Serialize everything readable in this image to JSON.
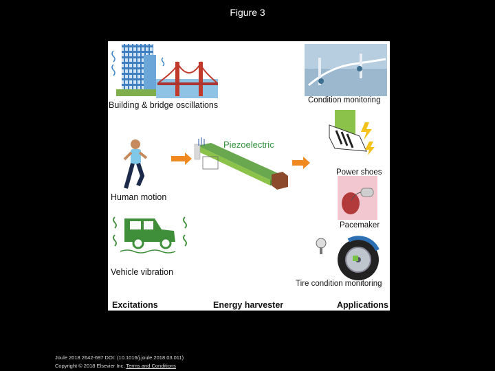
{
  "slide": {
    "title": "Figure 3"
  },
  "figure": {
    "labels": {
      "building": "Building & bridge oscillations",
      "human": "Human motion",
      "vehicle": "Vehicle vibration",
      "piezo": "Piezoelectric",
      "condition": "Condition monitoring",
      "shoes": "Power shoes",
      "pacemaker": "Pacemaker",
      "tire": "Tire condition monitoring"
    },
    "columns": {
      "excitations": "Excitations",
      "harvester": "Energy harvester",
      "applications": "Applications"
    },
    "colors": {
      "arrow": "#f0891f",
      "beam": "#8bc34a",
      "vehicle": "#3f8f3a",
      "piezo_text": "#2f8f3a"
    }
  },
  "footer": {
    "citation": "Joule 2018 2642-697 DOI: (10.1016/j.joule.2018.03.011)",
    "copyright": "Copyright © 2018 Elsevier Inc.",
    "terms_link": "Terms and Conditions"
  }
}
